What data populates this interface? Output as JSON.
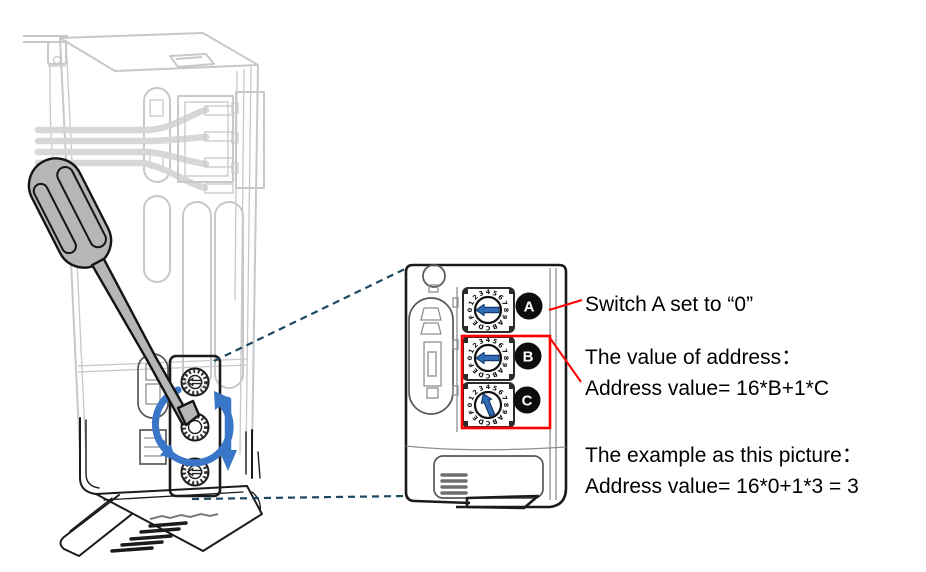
{
  "magnified": {
    "scale_digits": "0123456789ABCDEF",
    "switches": [
      {
        "label": "A",
        "value": "0"
      },
      {
        "label": "B",
        "value": "0"
      },
      {
        "label": "C",
        "value": "3"
      }
    ]
  },
  "annotations": {
    "switch_a_note": "Switch A set to “0”",
    "address_heading": "The value of address：",
    "address_formula": "Address value= 16*B+1*C",
    "example_heading": "The example as this picture：",
    "example_formula": "Address value= 16*0+1*3 = 3"
  },
  "colors": {
    "arrow_blue": "#3a76c8",
    "dial_arrow_blue": "#2e6cb5",
    "highlight_red": "#ff0000",
    "dashed_line_teal": "#1d4a60"
  }
}
